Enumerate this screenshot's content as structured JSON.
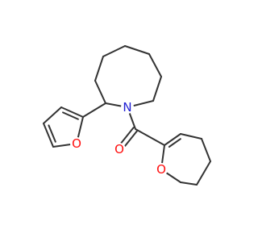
{
  "molecule": {
    "atoms": [
      {
        "id": "N1",
        "label": "N",
        "color": "#1f1fd4"
      },
      {
        "id": "O_carbonyl",
        "label": "O",
        "color": "#ff0d0d"
      },
      {
        "id": "O_furan",
        "label": "O",
        "color": "#ff0d0d"
      },
      {
        "id": "O_pyran",
        "label": "O",
        "color": "#ff0d0d"
      }
    ],
    "bond_color": "#333333"
  }
}
